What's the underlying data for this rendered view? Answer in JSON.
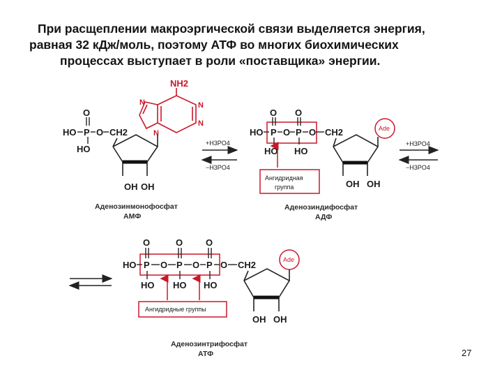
{
  "title": {
    "line1": "При расщеплении макроэргической связи выделяется энергия,",
    "line2": "равная 32 кДж/моль,  поэтому АТФ во многих биохимических",
    "line3": "процессах выступает в роли «поставщика» энергии."
  },
  "adenine": {
    "nh2": "NH2",
    "n1": "N",
    "n3": "N",
    "n7": "N",
    "n9": "N"
  },
  "amp": {
    "ho": "HO",
    "p": "P",
    "o_top": "O",
    "o_link": "O",
    "ch2": "CH2",
    "ho_bottom": "HO",
    "oh1": "OH",
    "oh2": "OH",
    "name": "Аденозинмонофосфат",
    "abbr": "АМФ"
  },
  "adp": {
    "ho": "HO",
    "p1": "P",
    "p2": "P",
    "o_top1": "O",
    "o_top2": "O",
    "o_link1": "O",
    "o_link2": "O",
    "ch2": "CH2",
    "ho1": "HO",
    "ho2": "HO",
    "oh1": "OH",
    "oh2": "OH",
    "ade": "Ade",
    "box_label_1": "Ангидридная",
    "box_label_2": "группа",
    "name": "Аденозиндифосфат",
    "abbr": "АДФ"
  },
  "atp": {
    "ho": "HO",
    "p1": "P",
    "p2": "P",
    "p3": "P",
    "o_top1": "O",
    "o_top2": "O",
    "o_top3": "O",
    "o_link1": "O",
    "o_link2": "O",
    "o_link3": "O",
    "ch2": "CH2",
    "ho1": "HO",
    "ho2": "HO",
    "ho3": "HO",
    "oh1": "OH",
    "oh2": "OH",
    "ade": "Ade",
    "box_label": "Ангидридные группы",
    "name": "Аденозинтрифосфат",
    "abbr": "АТФ"
  },
  "reactions": {
    "plus_h3po4": "+H3PO4",
    "minus_h3po4": "−H3PO4"
  },
  "page_number": "27",
  "colors": {
    "accent_red": "#c8182a",
    "text": "#1a1a1a"
  }
}
